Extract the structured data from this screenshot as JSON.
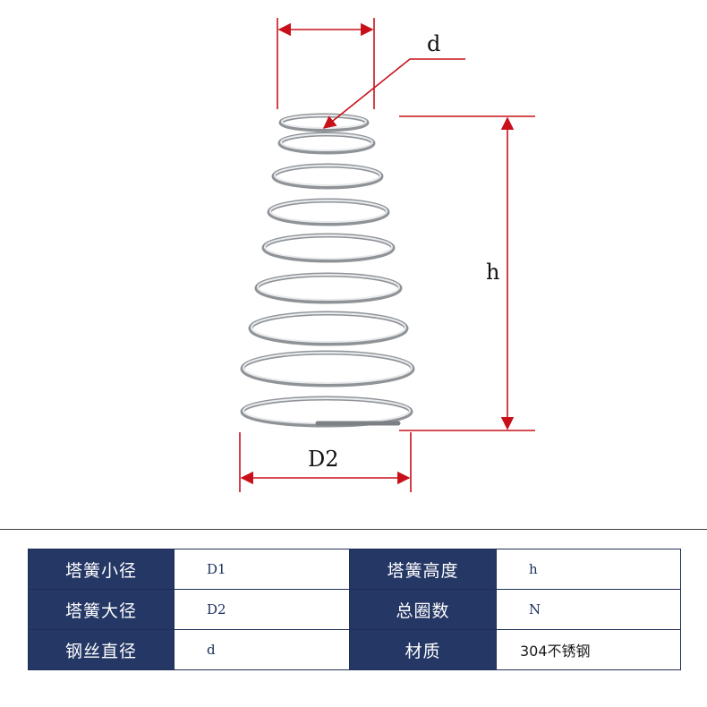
{
  "diagram": {
    "labels": {
      "wire_diameter": "d",
      "height": "h",
      "large_diameter": "D2"
    },
    "colors": {
      "dimension_line": "#c8101a",
      "spring_steel": "#b9bcc0",
      "label": "#111111"
    }
  },
  "spec_table": {
    "rows": [
      {
        "k1": "塔簧小径",
        "v1": "D1",
        "k2": "塔簧高度",
        "v2": "h"
      },
      {
        "k1": "塔簧大径",
        "v1": "D2",
        "k2": "总圈数",
        "v2": "N"
      },
      {
        "k1": "钢丝直径",
        "v1": "d",
        "k2": "材质",
        "v2": "304不锈钢"
      }
    ],
    "colors": {
      "key_bg": "#243765",
      "key_text": "#ffffff",
      "value_text": "#1c2f5e"
    }
  }
}
